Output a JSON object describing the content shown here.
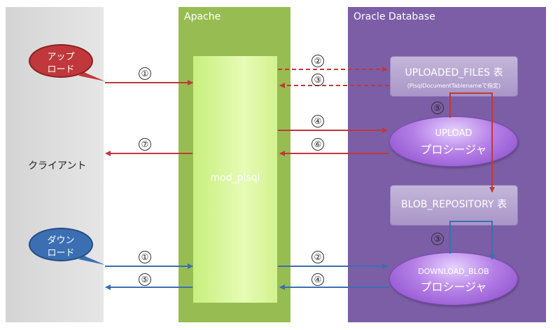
{
  "zones": {
    "client": "",
    "apache": "Apache",
    "oracle": "Oracle Database"
  },
  "client_label": "クライアント",
  "upload_bubble": [
    "アップ",
    "ロード"
  ],
  "download_bubble": [
    "ダウン",
    "ロード"
  ],
  "mod_plsql": "mod_plsql",
  "uploaded_files": {
    "title": "UPLOADED_FILES 表",
    "sub": "(PlsqlDocumentTablenameで指定)"
  },
  "upload_proc": [
    "UPLOAD",
    "プロシージャ"
  ],
  "blob_repository": "BLOB_REPOSITORY 表",
  "download_proc": [
    "DOWNLOAD_BLOB",
    "プロシージャ"
  ],
  "steps": {
    "up1": "①",
    "up2": "②",
    "up3": "③",
    "up4": "④",
    "up5": "⑤",
    "up6": "⑥",
    "up7": "⑦",
    "dn1": "①",
    "dn2": "②",
    "dn3": "③",
    "dn4": "④",
    "dn5": "⑤"
  },
  "colors": {
    "upload": "#c0383b",
    "download": "#3b6fb2"
  }
}
